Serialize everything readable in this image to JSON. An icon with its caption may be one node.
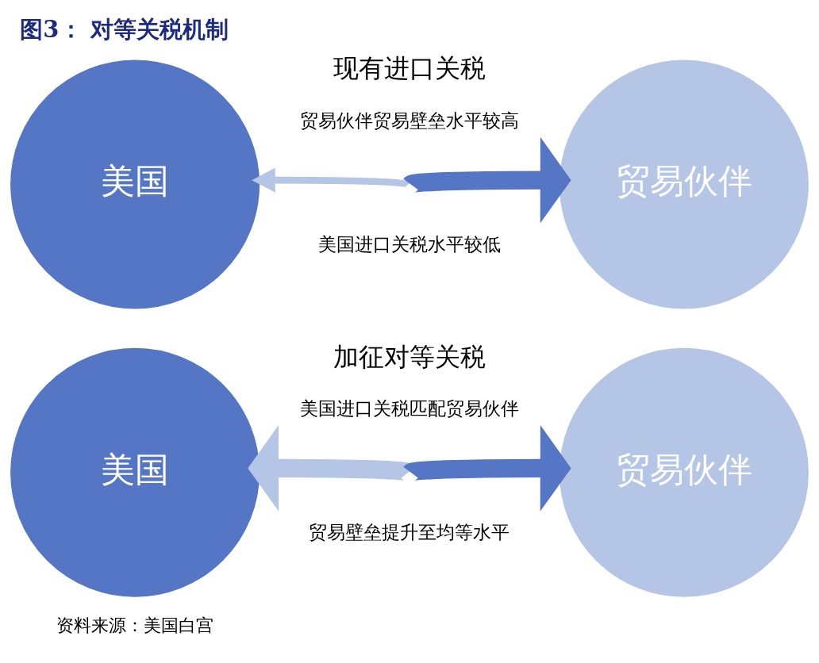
{
  "diagram": {
    "title": "图3： 对等关税机制",
    "caption": "资料来源：美国白宫",
    "nodes": [
      {
        "text": [
          "美国"
        ]
      },
      {
        "text": [
          "贸易伙伴"
        ]
      },
      {
        "text": [
          "美国"
        ]
      },
      {
        "text": [
          "贸易伙伴"
        ]
      }
    ],
    "edges": [
      {
        "from": null,
        "to": 0,
        "arrow": "to",
        "color": "#b4c5e6"
      },
      {
        "from": null,
        "to": 1,
        "arrow": "to",
        "color": "#5576c4"
      },
      {
        "from": null,
        "to": 2,
        "arrow": "to",
        "color": "#b4c5e6"
      },
      {
        "from": null,
        "to": 3,
        "arrow": "to",
        "color": "#5576c4"
      }
    ],
    "labels": [
      "现有进口关税",
      "贸易伙伴贸易壁垒水平较高",
      "美国进口关税水平较低",
      "加征对等关税",
      "美国进口关税匹配贸易伙伴",
      "贸易壁垒提升至均等水平"
    ]
  }
}
